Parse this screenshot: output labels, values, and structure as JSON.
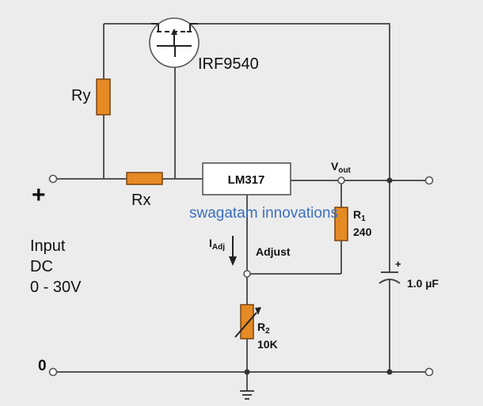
{
  "components": {
    "mosfet": {
      "label": "IRF9540"
    },
    "ry": {
      "label": "Ry"
    },
    "rx": {
      "label": "Rx"
    },
    "regulator": {
      "label": "LM317"
    },
    "r1": {
      "label_main": "R",
      "label_sub": "1",
      "value": "240"
    },
    "r2": {
      "label_main": "R",
      "label_sub": "2",
      "value": "10K"
    },
    "capacitor": {
      "value": "1.0 µF",
      "polarity": "+"
    }
  },
  "labels": {
    "vout_main": "V",
    "vout_sub": "out",
    "iadj_main": "I",
    "iadj_sub": "Adj",
    "adjust": "Adjust",
    "plus": "+",
    "zero": "0",
    "input_line1": "Input",
    "input_line2": "DC",
    "input_line3": "0 - 30V"
  },
  "watermark": "swagatam innovations",
  "colors": {
    "background": "#ececec",
    "wire": "#555555",
    "resistor_fill": "#e58a24",
    "resistor_stroke": "#7a4510",
    "watermark": "#3b6fbf"
  }
}
